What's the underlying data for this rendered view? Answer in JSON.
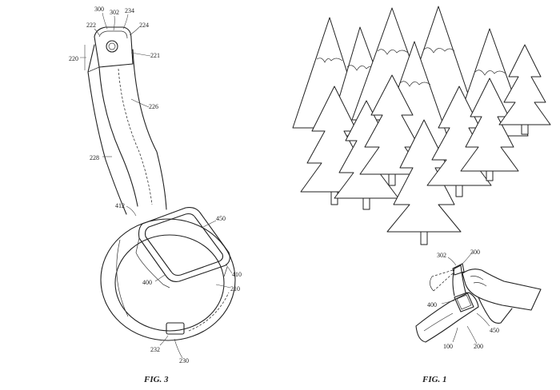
{
  "figures": {
    "fig3": {
      "caption": "FIG. 3",
      "labels": {
        "l300": "300",
        "l302": "302",
        "l234": "234",
        "l222": "222",
        "l224": "224",
        "l220": "220",
        "l221": "221",
        "l226": "226",
        "l228": "228",
        "l412": "412",
        "l450": "450",
        "l410": "410",
        "l400": "400",
        "l210": "210",
        "l232": "232",
        "l230": "230"
      }
    },
    "fig1": {
      "caption": "FIG. 1",
      "labels": {
        "l302": "302",
        "l300": "300",
        "l400": "400",
        "l450": "450",
        "l100": "100",
        "l200": "200"
      }
    }
  }
}
